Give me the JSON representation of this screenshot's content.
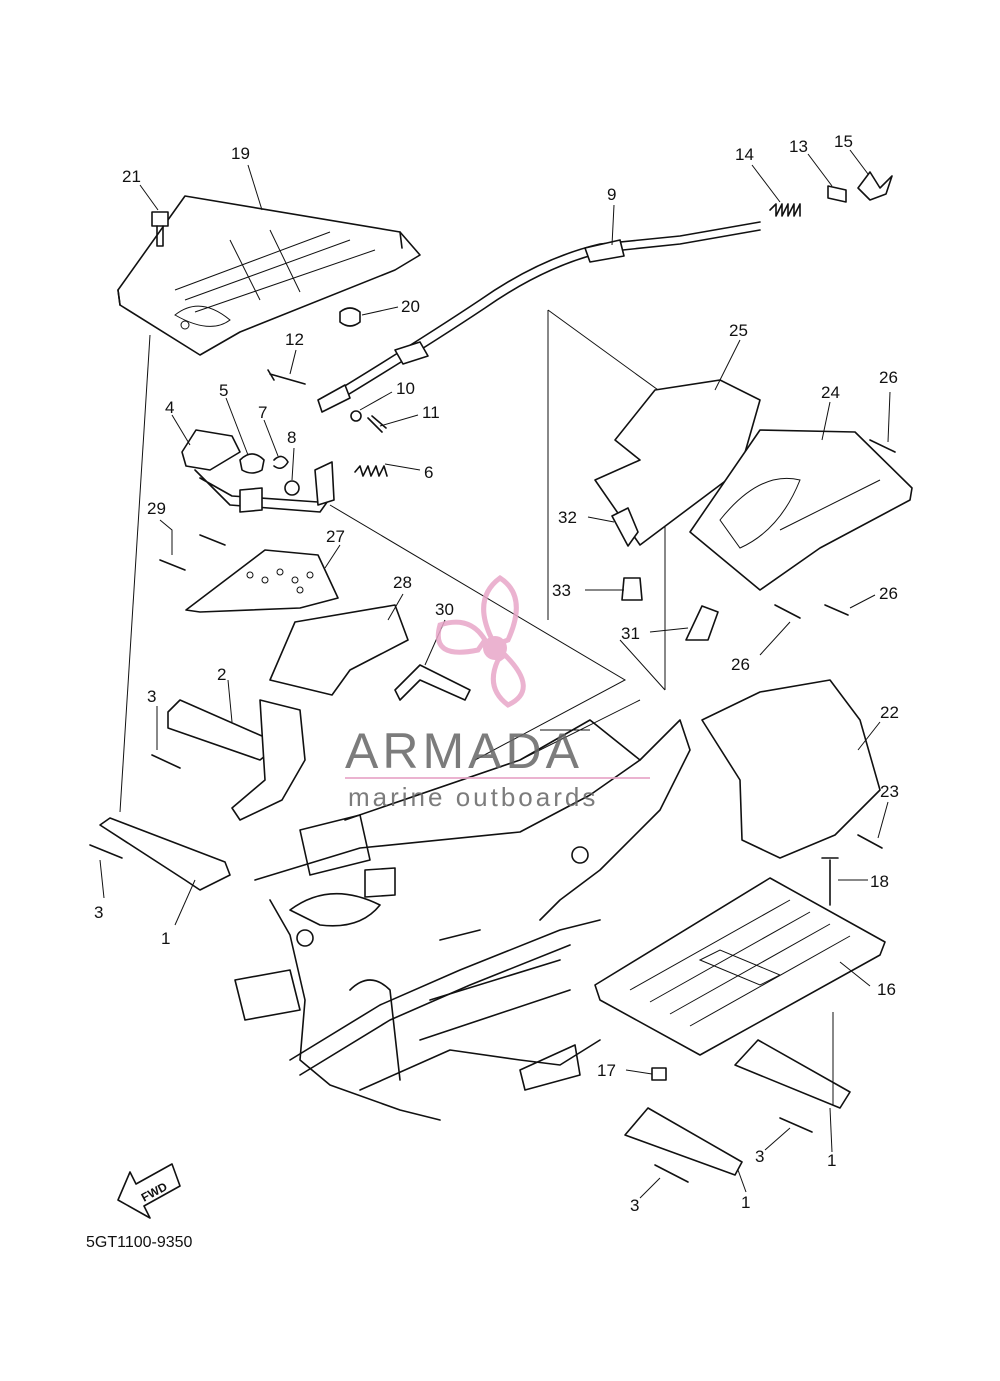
{
  "diagram": {
    "drawing_code": "5GT1100-9350",
    "direction_label": "FWD",
    "callouts": [
      "1",
      "2",
      "3",
      "4",
      "5",
      "6",
      "7",
      "8",
      "9",
      "10",
      "11",
      "12",
      "13",
      "14",
      "15",
      "16",
      "17",
      "18",
      "19",
      "20",
      "21",
      "22",
      "23",
      "24",
      "25",
      "26",
      "27",
      "28",
      "29",
      "30",
      "31",
      "32",
      "33"
    ]
  },
  "watermark": {
    "brand": "ARMADA",
    "tagline": "marine outboards",
    "color_brand": "#666666",
    "color_accent": "#e8a6c8"
  }
}
